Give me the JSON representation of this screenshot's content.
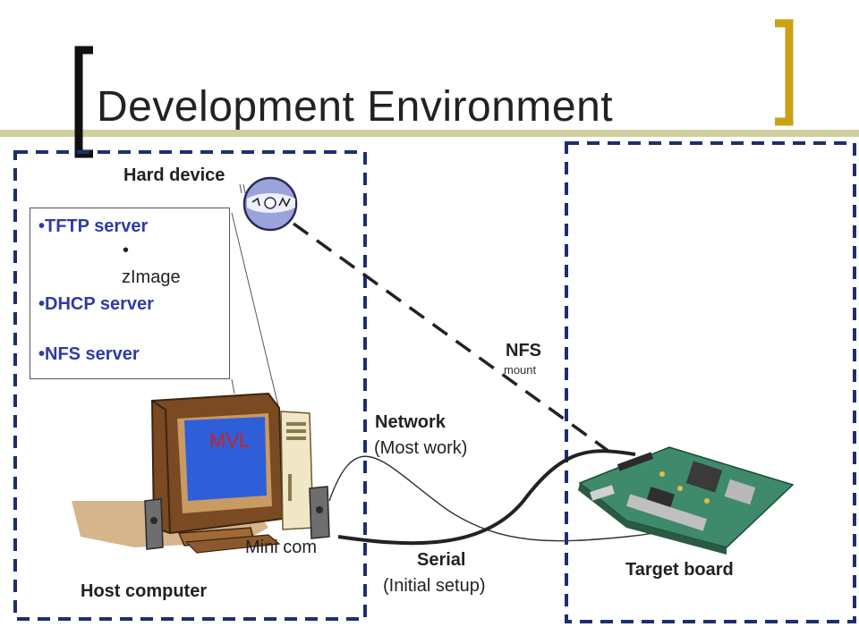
{
  "title": "Development Environment",
  "labels": {
    "hard_device": "Hard device",
    "host_computer": "Host computer",
    "target_board": "Target board",
    "nfs": "NFS",
    "nfs_sub": "mount",
    "network": "Network",
    "network_sub": "(Most work)",
    "serial": "Serial",
    "serial_sub": "(Initial setup)",
    "mini_com": "Mini com",
    "monitor_screen": "MVL"
  },
  "servers": {
    "tftp": "•TFTP server",
    "tftp_bullet": "•",
    "tftp_sub": "zImage",
    "dhcp": "•DHCP server",
    "nfs": "•NFS server"
  },
  "colors": {
    "accent_gold": "#c9a21a",
    "title_bar": "#cfcf9e",
    "dashed_border": "#1e2f6e",
    "server_text": "#2f3aaa",
    "screen_blue": "#2e5fd8"
  }
}
